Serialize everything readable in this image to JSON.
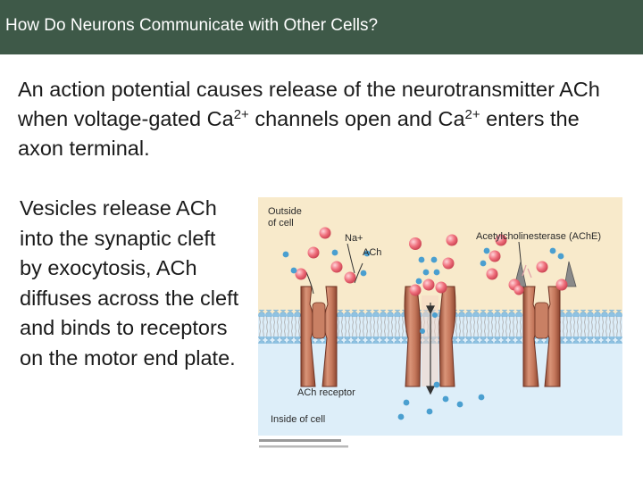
{
  "slide": {
    "title": "How Do Neurons Communicate with Other Cells?"
  },
  "intro": {
    "part1": "An action potential causes release of the neurotransmitter ACh when voltage-gated Ca",
    "sup1": "2+",
    "part2": " channels open and Ca",
    "sup2": "2+",
    "part3": " enters the axon terminal."
  },
  "body": {
    "text": "Vesicles release ACh into the synaptic cleft by exocytosis, ACh diffuses across the cleft and binds to receptors on the motor end plate."
  },
  "figure": {
    "labels": {
      "outside_line1": "Outside",
      "outside_line2": "of cell",
      "na": "Na+",
      "ach": "ACh",
      "ache": "Acetylcholinesterase (AChE)",
      "receptor": "ACh receptor",
      "inside": "Inside of cell"
    },
    "colors": {
      "extracellular": "#f8eacb",
      "intracellular": "#ddeef9",
      "membrane_head": "#8fc2e2",
      "channel": "#b6674a",
      "na_ion": "#ef6f7c",
      "ach": "#4a9fd0",
      "enzyme": "#8a8a8a"
    }
  }
}
